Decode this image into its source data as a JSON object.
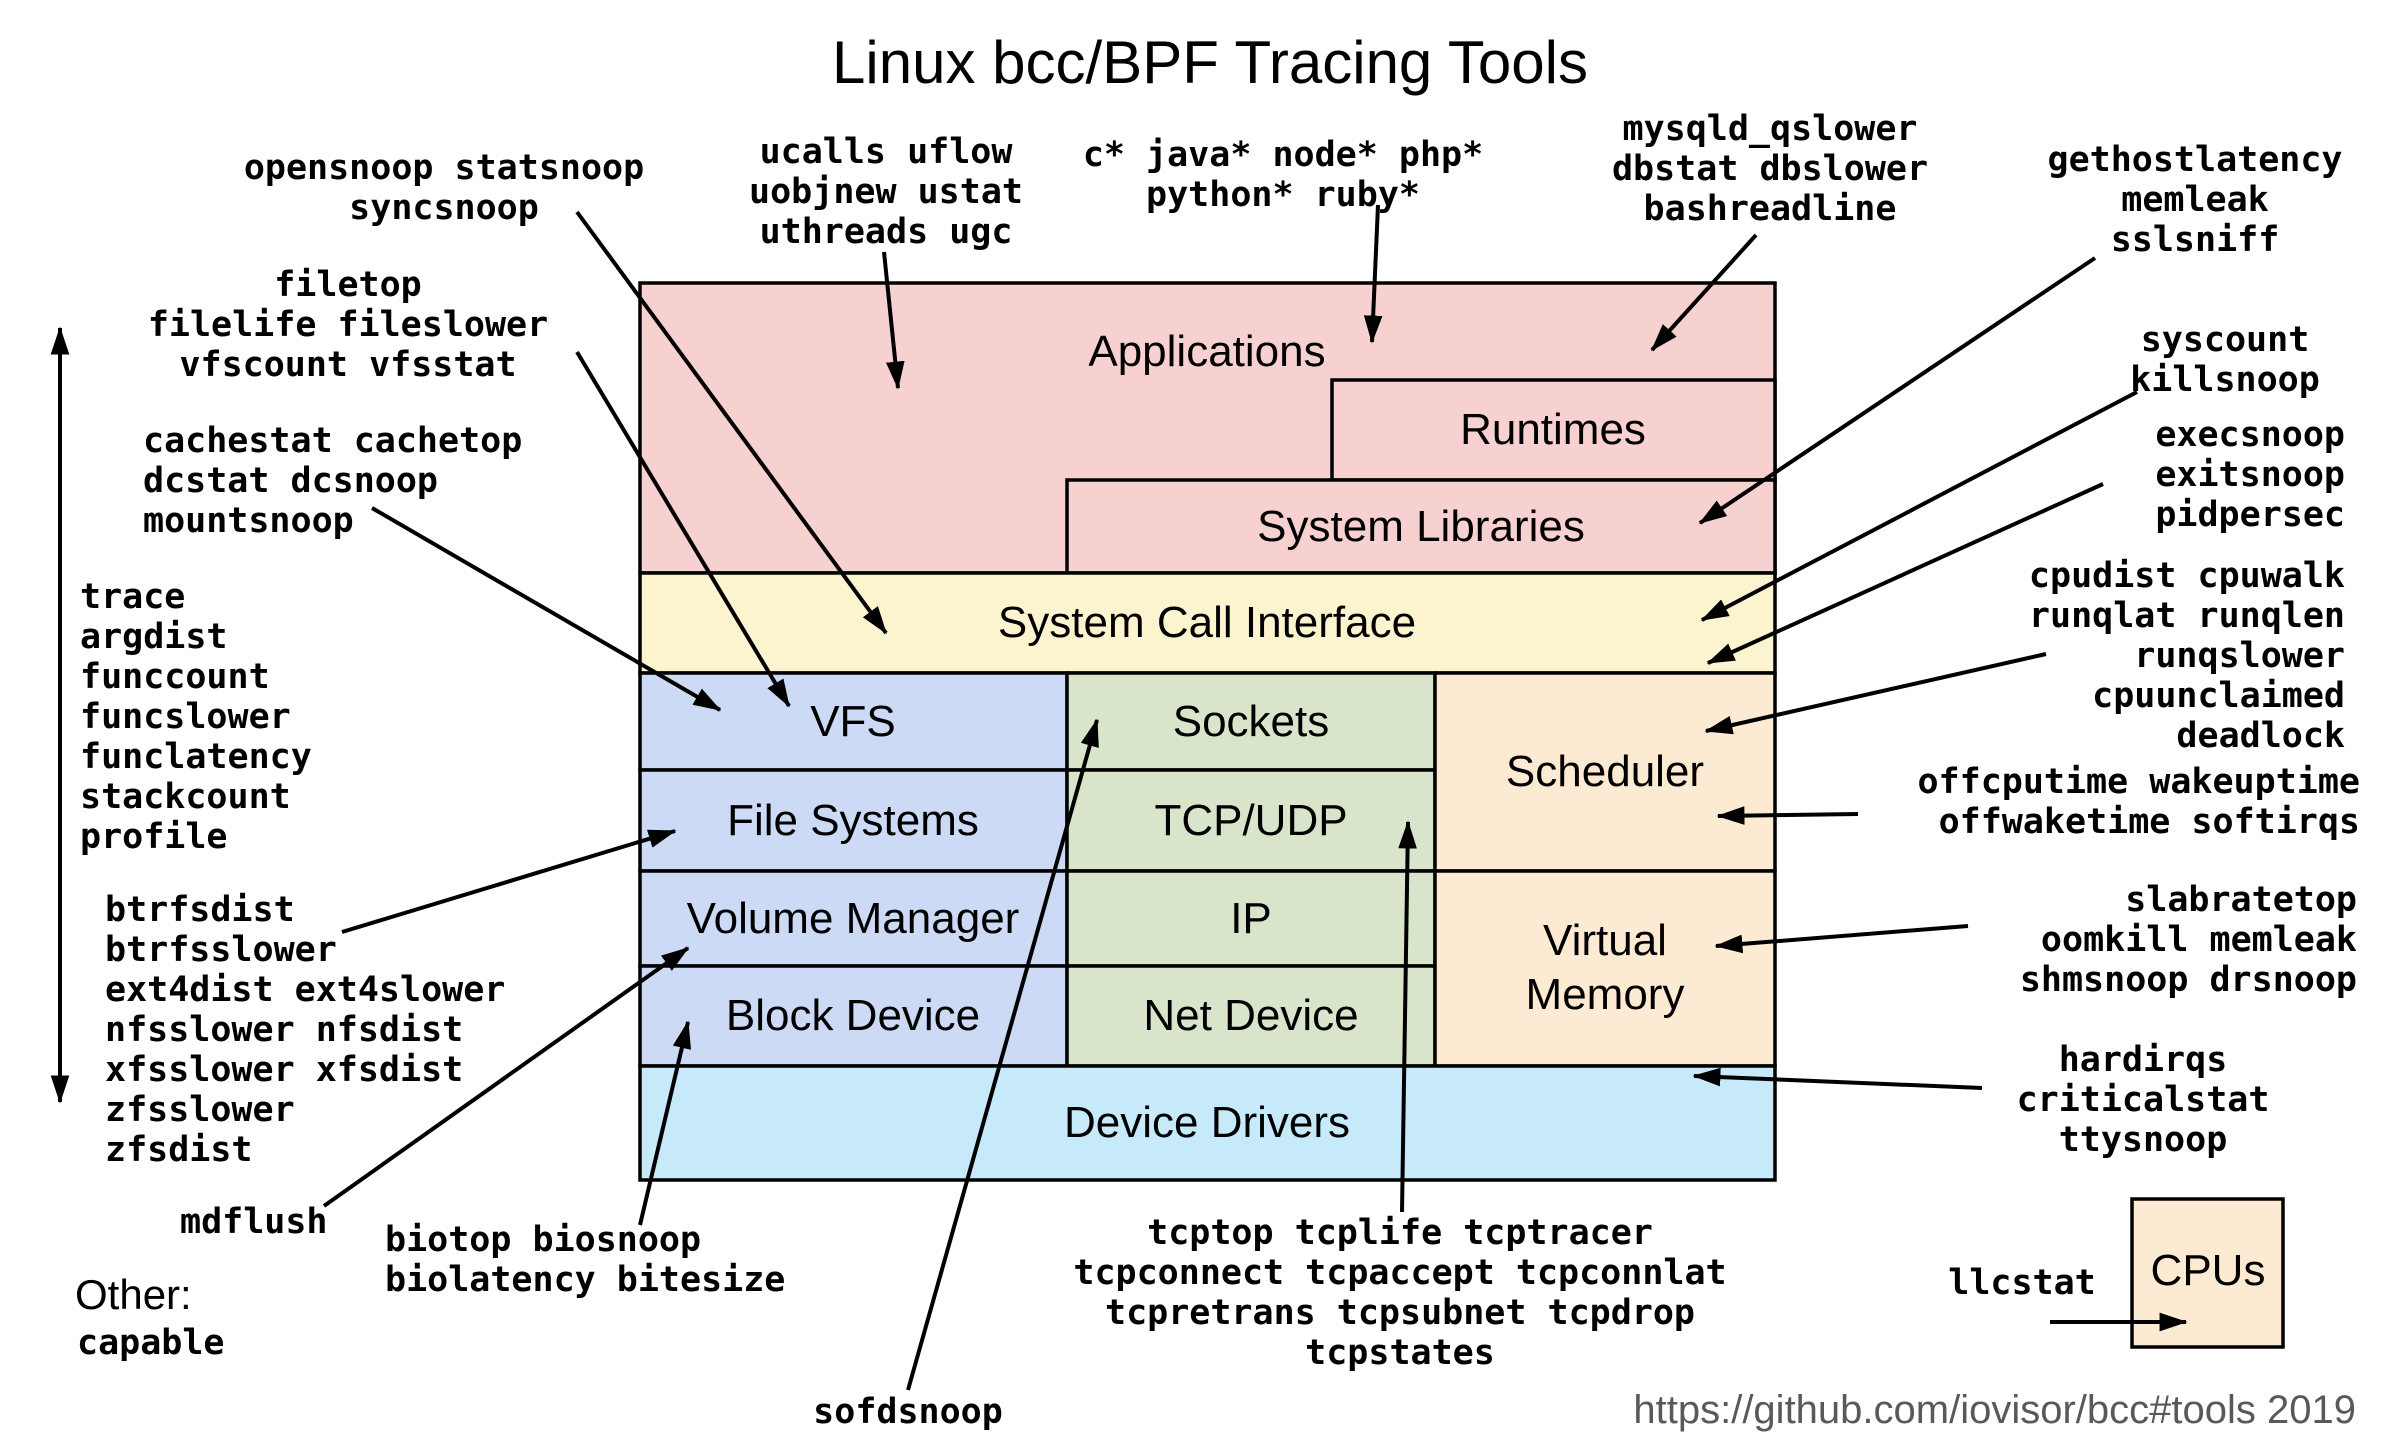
{
  "title": "Linux bcc/BPF Tracing Tools",
  "footer": {
    "url": "https://github.com/iovisor/bcc#tools 2019"
  },
  "diagram": {
    "colors": {
      "pink": "#f7d0d0",
      "yellow": "#fcf4cf",
      "blue": "#ccdaf5",
      "green": "#d8e5cb",
      "orange": "#fcebd2",
      "cyan": "#c6eaf9",
      "line": "#000000"
    },
    "boxes": {
      "applications": "Applications",
      "runtimes": "Runtimes",
      "system_libraries": "System Libraries",
      "syscall_interface": "System Call Interface",
      "vfs": "VFS",
      "file_systems": "File Systems",
      "volume_manager": "Volume Manager",
      "block_device": "Block Device",
      "sockets": "Sockets",
      "tcp_udp": "TCP/UDP",
      "ip": "IP",
      "net_device": "Net Device",
      "scheduler": "Scheduler",
      "virtual_memory": "Virtual Memory",
      "device_drivers": "Device Drivers",
      "cpus": "CPUs"
    }
  },
  "tools": {
    "syscall_snoop": {
      "lines": [
        "opensnoop statsnoop",
        "syncsnoop"
      ]
    },
    "file_top": {
      "lines": [
        "filetop",
        "filelife fileslower",
        "vfscount vfsstat"
      ]
    },
    "cache": {
      "lines": [
        "cachestat cachetop",
        "dcstat dcsnoop",
        "mountsnoop"
      ]
    },
    "generic": {
      "lines": [
        "trace",
        "argdist",
        "funccount",
        "funcslower",
        "funclatency",
        "stackcount",
        "profile"
      ]
    },
    "filesystems": {
      "lines": [
        "btrfsdist",
        "btrfsslower",
        "ext4dist ext4slower",
        "nfsslower nfsdist",
        "xfsslower xfsdist",
        "zfsslower",
        "zfsdist"
      ]
    },
    "mdflush": {
      "lines": [
        "mdflush"
      ]
    },
    "other_heading": "Other:",
    "other": {
      "lines": [
        "capable"
      ]
    },
    "block_io": {
      "lines": [
        "biotop biosnoop",
        "biolatency bitesize"
      ]
    },
    "sockets": {
      "lines": [
        "sofdsnoop"
      ]
    },
    "tcp": {
      "lines": [
        "tcptop tcplife tcptracer",
        "tcpconnect tcpaccept tcpconnlat",
        "tcpretrans tcpsubnet tcpdrop",
        "tcpstates"
      ]
    },
    "usdt": {
      "lines": [
        "ucalls uflow",
        "uobjnew ustat",
        "uthreads ugc"
      ]
    },
    "runtimes_langs": {
      "lines": [
        "c* java* node* php*",
        "python* ruby*"
      ]
    },
    "databases": {
      "lines": [
        "mysqld_qslower",
        "dbstat dbslower",
        "bashreadline"
      ]
    },
    "libraries": {
      "lines": [
        "gethostlatency",
        "memleak",
        "sslsniff"
      ]
    },
    "syscalls": {
      "lines": [
        "syscount",
        "killsnoop"
      ]
    },
    "processes": {
      "lines": [
        "execsnoop",
        "exitsnoop",
        "pidpersec"
      ]
    },
    "scheduler": {
      "lines": [
        "cpudist cpuwalk",
        "runqlat runqlen",
        "runqslower",
        "cpuunclaimed",
        "deadlock"
      ]
    },
    "offcpu": {
      "lines": [
        "offcputime wakeuptime",
        "offwaketime softirqs"
      ]
    },
    "memory": {
      "lines": [
        "slabratetop",
        "oomkill memleak",
        "shmsnoop drsnoop"
      ]
    },
    "irq": {
      "lines": [
        "hardirqs",
        "criticalstat",
        "ttysnoop"
      ]
    },
    "cpu": {
      "lines": [
        "llcstat"
      ]
    }
  }
}
